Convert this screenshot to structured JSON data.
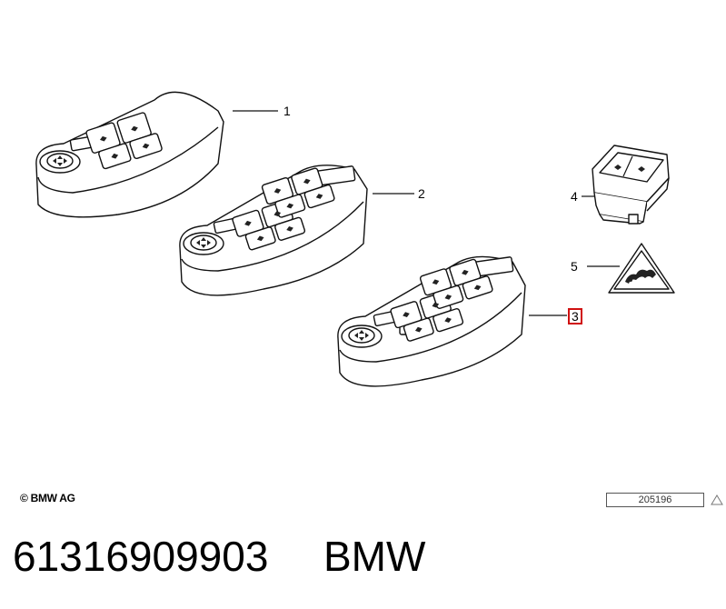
{
  "callouts": [
    "1",
    "2",
    "3",
    "4",
    "5"
  ],
  "highlighted_callout": "3",
  "footer": {
    "copyright": "© BMW AG",
    "diagram_id": "205196"
  },
  "caption": {
    "part_number": "61316909903",
    "brand": "BMW"
  },
  "colors": {
    "line": "#111111",
    "highlight": "#d01010"
  },
  "icons": [
    "warning-triangle-icon",
    "child-lock-warning-icon"
  ]
}
